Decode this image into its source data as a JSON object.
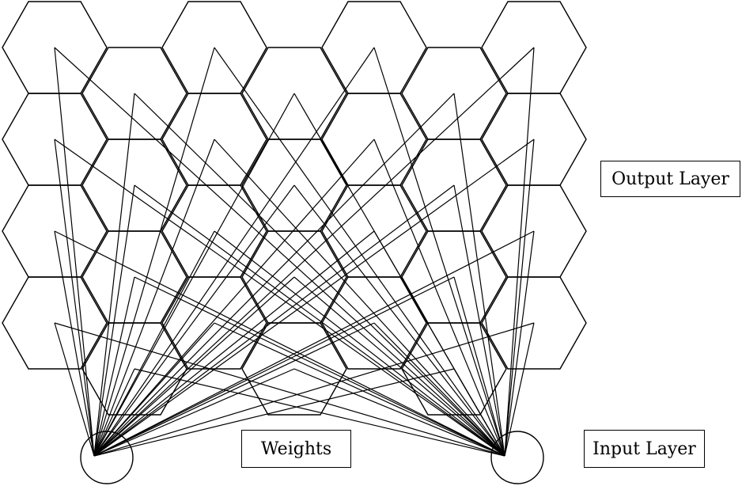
{
  "labels": {
    "output_layer": "Output Layer",
    "weights": "Weights",
    "input_layer": "Input Layer"
  },
  "grid": {
    "columns": 7,
    "rows": 4
  },
  "input_nodes": 2,
  "colors": {
    "stroke": "#000000",
    "background": "#ffffff"
  }
}
